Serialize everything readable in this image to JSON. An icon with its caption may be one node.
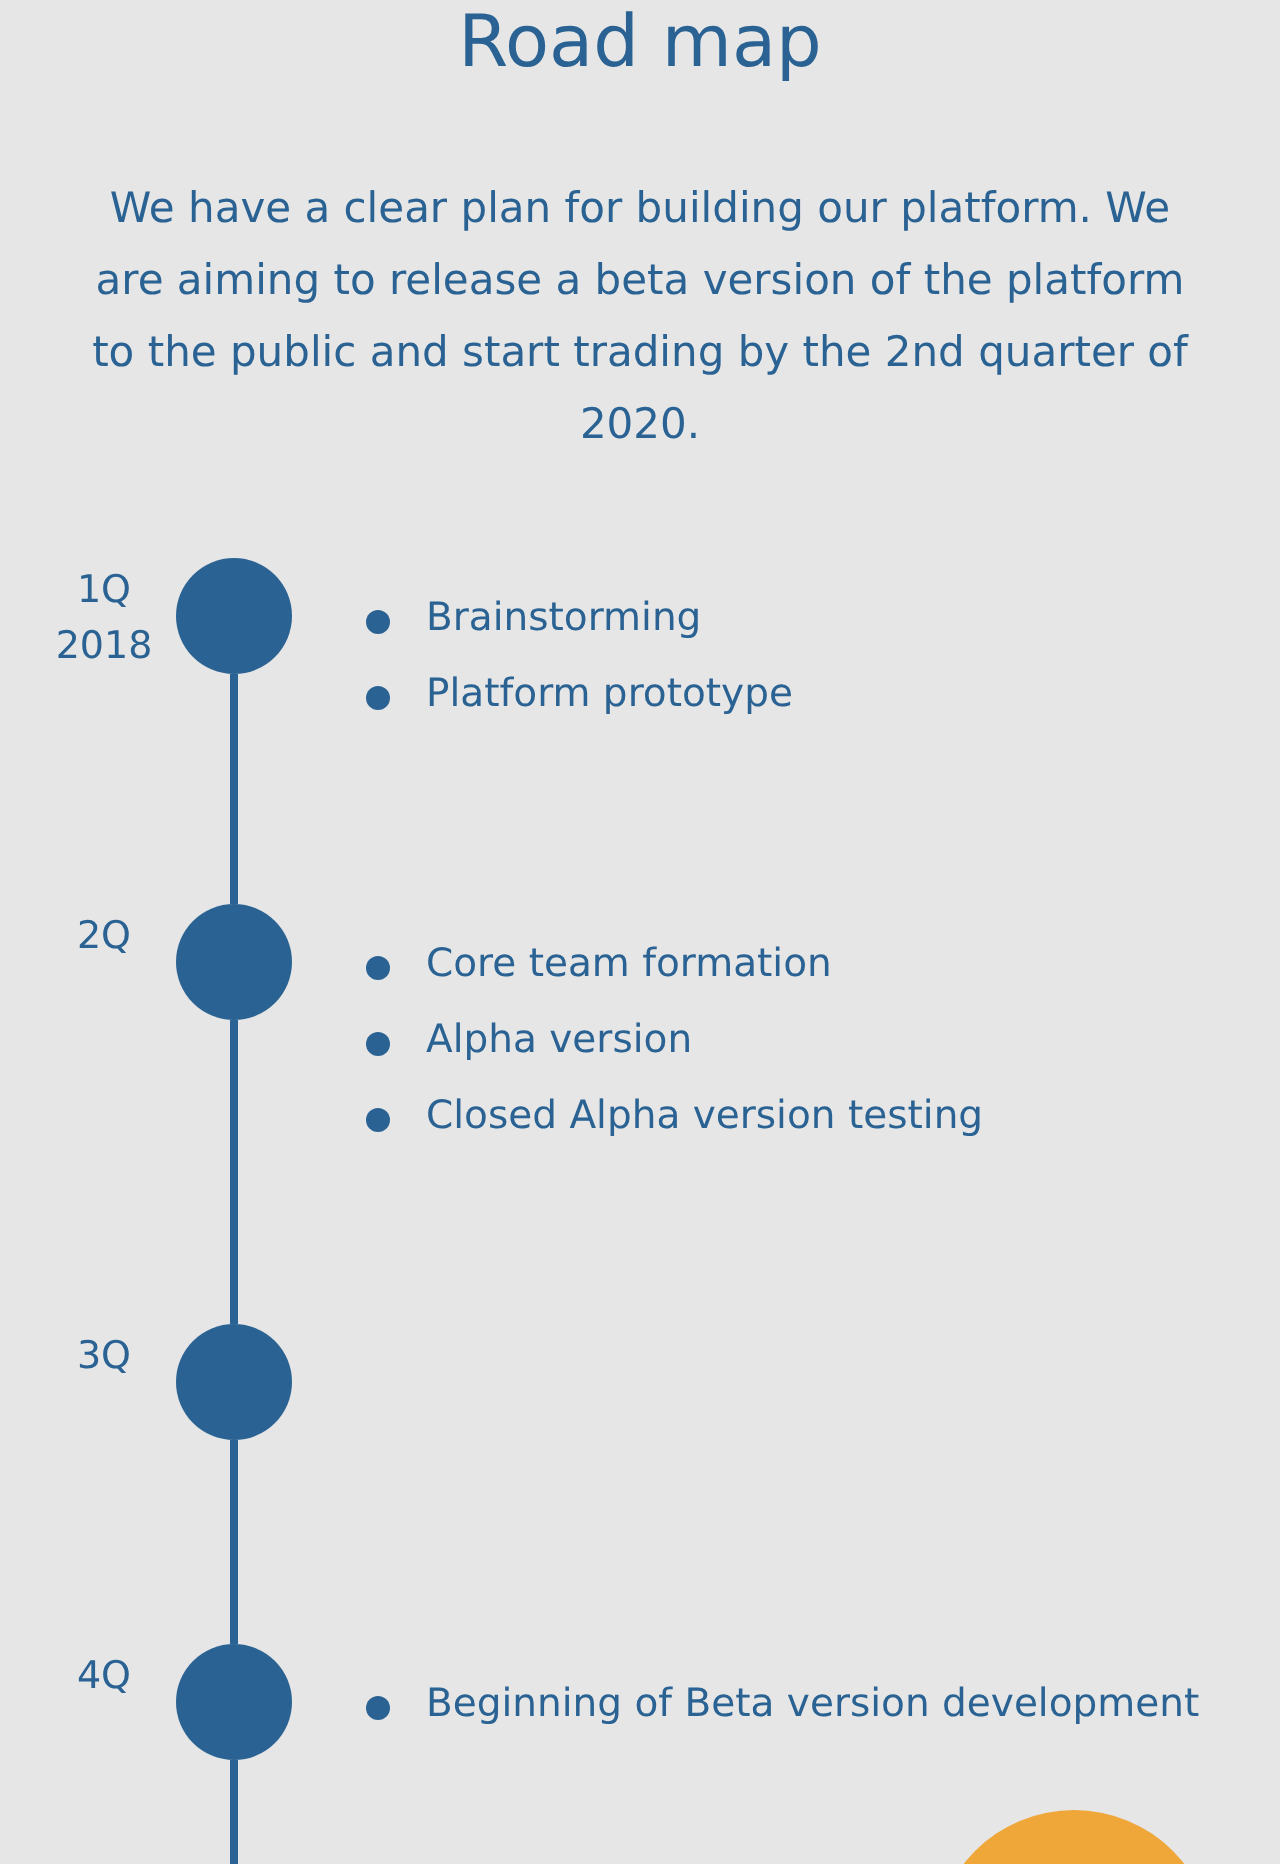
{
  "diagram": {
    "title": "Road map",
    "caption": "We have a clear plan for building our platform. We are aiming to release a beta version of the platform to the public and start trading by the 2nd quarter of 2020.",
    "nodes": [
      {
        "text": [],
        "shape": "circle",
        "beside": [
          "1Q 2018",
          "Brainstorming",
          "Platform prototype"
        ]
      },
      {
        "text": [],
        "shape": "circle",
        "beside": [
          "2Q",
          "Core team formation",
          "Alpha version",
          "Closed Alpha version testing"
        ]
      },
      {
        "text": [],
        "shape": "circle",
        "beside": [
          "3Q"
        ]
      },
      {
        "text": [],
        "shape": "circle",
        "beside": [
          "4Q",
          "Beginning of Beta version development"
        ]
      },
      {
        "text": [],
        "shape": "circle"
      }
    ],
    "edges": [
      {
        "from": 0,
        "to": 1,
        "arrow": "none"
      },
      {
        "from": 1,
        "to": 2,
        "arrow": "none"
      },
      {
        "from": 2,
        "to": 3,
        "arrow": "none"
      },
      {
        "from": 3,
        "to": null,
        "arrow": "none"
      }
    ]
  }
}
